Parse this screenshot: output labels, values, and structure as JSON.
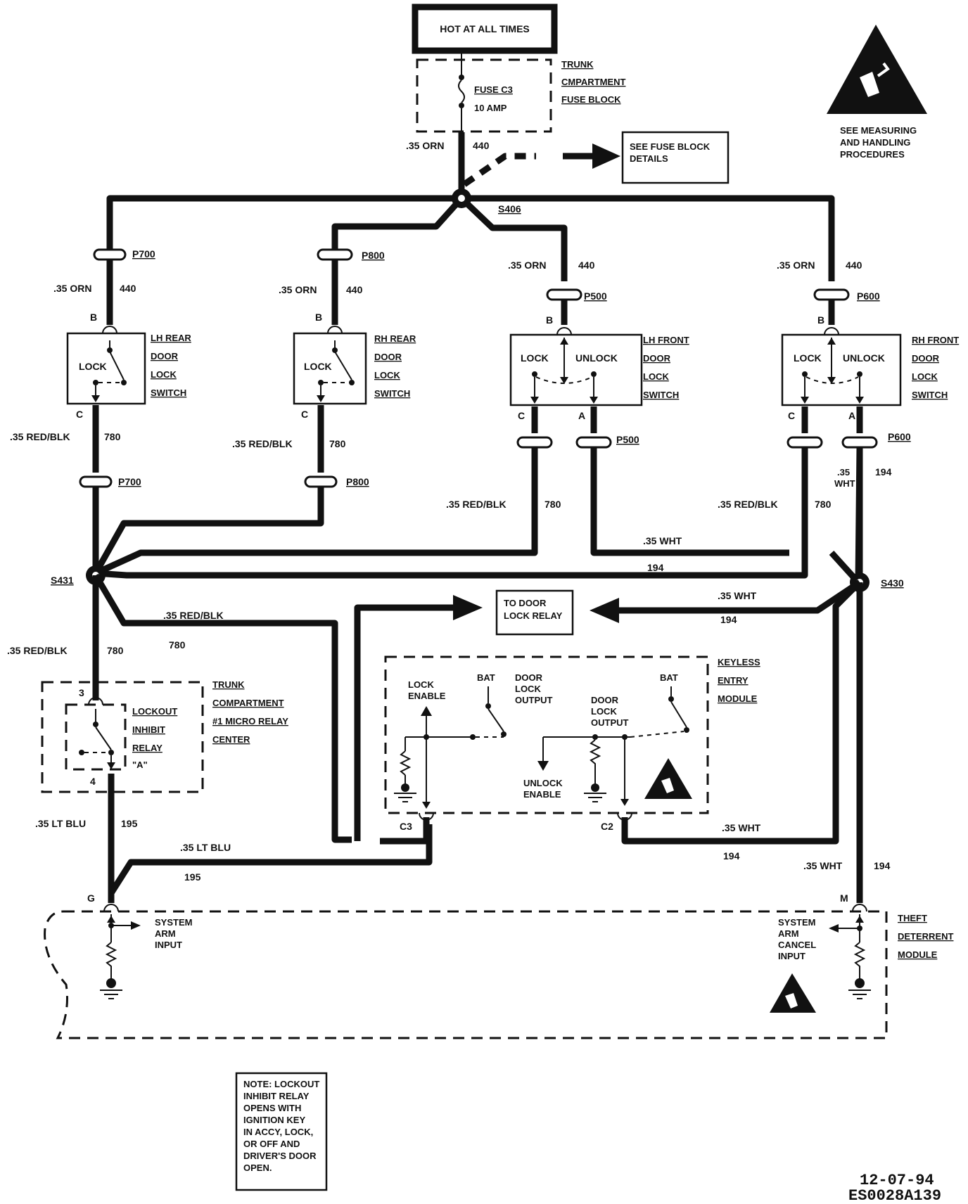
{
  "hot_label": "HOT AT ALL TIMES",
  "fuse_block": {
    "title_1": "TRUNK",
    "title_2": "CMPARTMENT",
    "title_3": "FUSE BLOCK",
    "fuse_name": "FUSE C3",
    "fuse_rating": "10 AMP"
  },
  "see_fuse": {
    "line1": "SEE FUSE BLOCK",
    "line2": "DETAILS"
  },
  "esd_note": {
    "line1": "SEE MEASURING",
    "line2": "AND HANDLING",
    "line3": "PROCEDURES"
  },
  "splices": {
    "s406": "S406",
    "s431": "S431",
    "s430": "S430"
  },
  "wires": {
    "orn": ".35 ORN",
    "circuit_440": "440",
    "red_blk": ".35 RED/BLK",
    "circuit_780": "780",
    "wht": ".35 WHT",
    "wht_stack_1": ".35",
    "wht_stack_2": "WHT",
    "circuit_194": "194",
    "lt_blu": ".35 LT BLU",
    "circuit_195": "195"
  },
  "connectors": {
    "p700": "P700",
    "p800": "P800",
    "p500": "P500",
    "p600": "P600"
  },
  "pins": {
    "b": "B",
    "c": "C",
    "a": "A",
    "p3": "3",
    "p4": "4",
    "g": "G",
    "m": "M",
    "c3": "C3",
    "c2": "C2"
  },
  "switches": {
    "lh_rear": {
      "l1": "LH REAR",
      "l2": "DOOR",
      "l3": "LOCK",
      "l4": "SWITCH"
    },
    "rh_rear": {
      "l1": "RH REAR",
      "l2": "DOOR",
      "l3": "LOCK",
      "l4": "SWITCH"
    },
    "lh_front": {
      "l1": "LH FRONT",
      "l2": "DOOR",
      "l3": "LOCK",
      "l4": "SWITCH"
    },
    "rh_front": {
      "l1": "RH FRONT",
      "l2": "DOOR",
      "l3": "LOCK",
      "l4": "SWITCH"
    },
    "lock": "LOCK",
    "unlock": "UNLOCK"
  },
  "door_lock_relay": {
    "l1": "TO DOOR",
    "l2": "LOCK RELAY"
  },
  "relay_center": {
    "l1": "TRUNK",
    "l2": "COMPARTMENT",
    "l3": "#1 MICRO RELAY",
    "l4": "CENTER"
  },
  "lockout_relay": {
    "l1": "LOCKOUT",
    "l2": "INHIBIT",
    "l3": "RELAY",
    "l4": "\"A\""
  },
  "keyless": {
    "title_1": "KEYLESS",
    "title_2": "ENTRY",
    "title_3": "MODULE",
    "lock_enable_1": "LOCK",
    "lock_enable_2": "ENABLE",
    "bat": "BAT",
    "dlo_a_1": "DOOR",
    "dlo_a_2": "LOCK",
    "dlo_a_3": "OUTPUT",
    "dlo_b_1": "DOOR",
    "dlo_b_2": "LOCK",
    "dlo_b_3": "OUTPUT",
    "unlock_enable_1": "UNLOCK",
    "unlock_enable_2": "ENABLE"
  },
  "theft": {
    "title_1": "THEFT",
    "title_2": "DETERRENT",
    "title_3": "MODULE",
    "arm_1": "SYSTEM",
    "arm_2": "ARM",
    "arm_3": "INPUT",
    "cancel_1": "SYSTEM",
    "cancel_2": "ARM",
    "cancel_3": "CANCEL",
    "cancel_4": "INPUT"
  },
  "note": {
    "l1": "NOTE: LOCKOUT",
    "l2": "INHIBIT RELAY",
    "l3": "OPENS WITH",
    "l4": "IGNITION KEY",
    "l5": "IN ACCY, LOCK,",
    "l6": "OR OFF AND",
    "l7": "DRIVER'S DOOR",
    "l8": "OPEN."
  },
  "stamp": {
    "date": "12-07-94",
    "code": "ES0028A139"
  },
  "icons": [
    "esd-warning-icon",
    "ground-icon",
    "resistor-icon",
    "connector-icon",
    "arrow-icon"
  ]
}
